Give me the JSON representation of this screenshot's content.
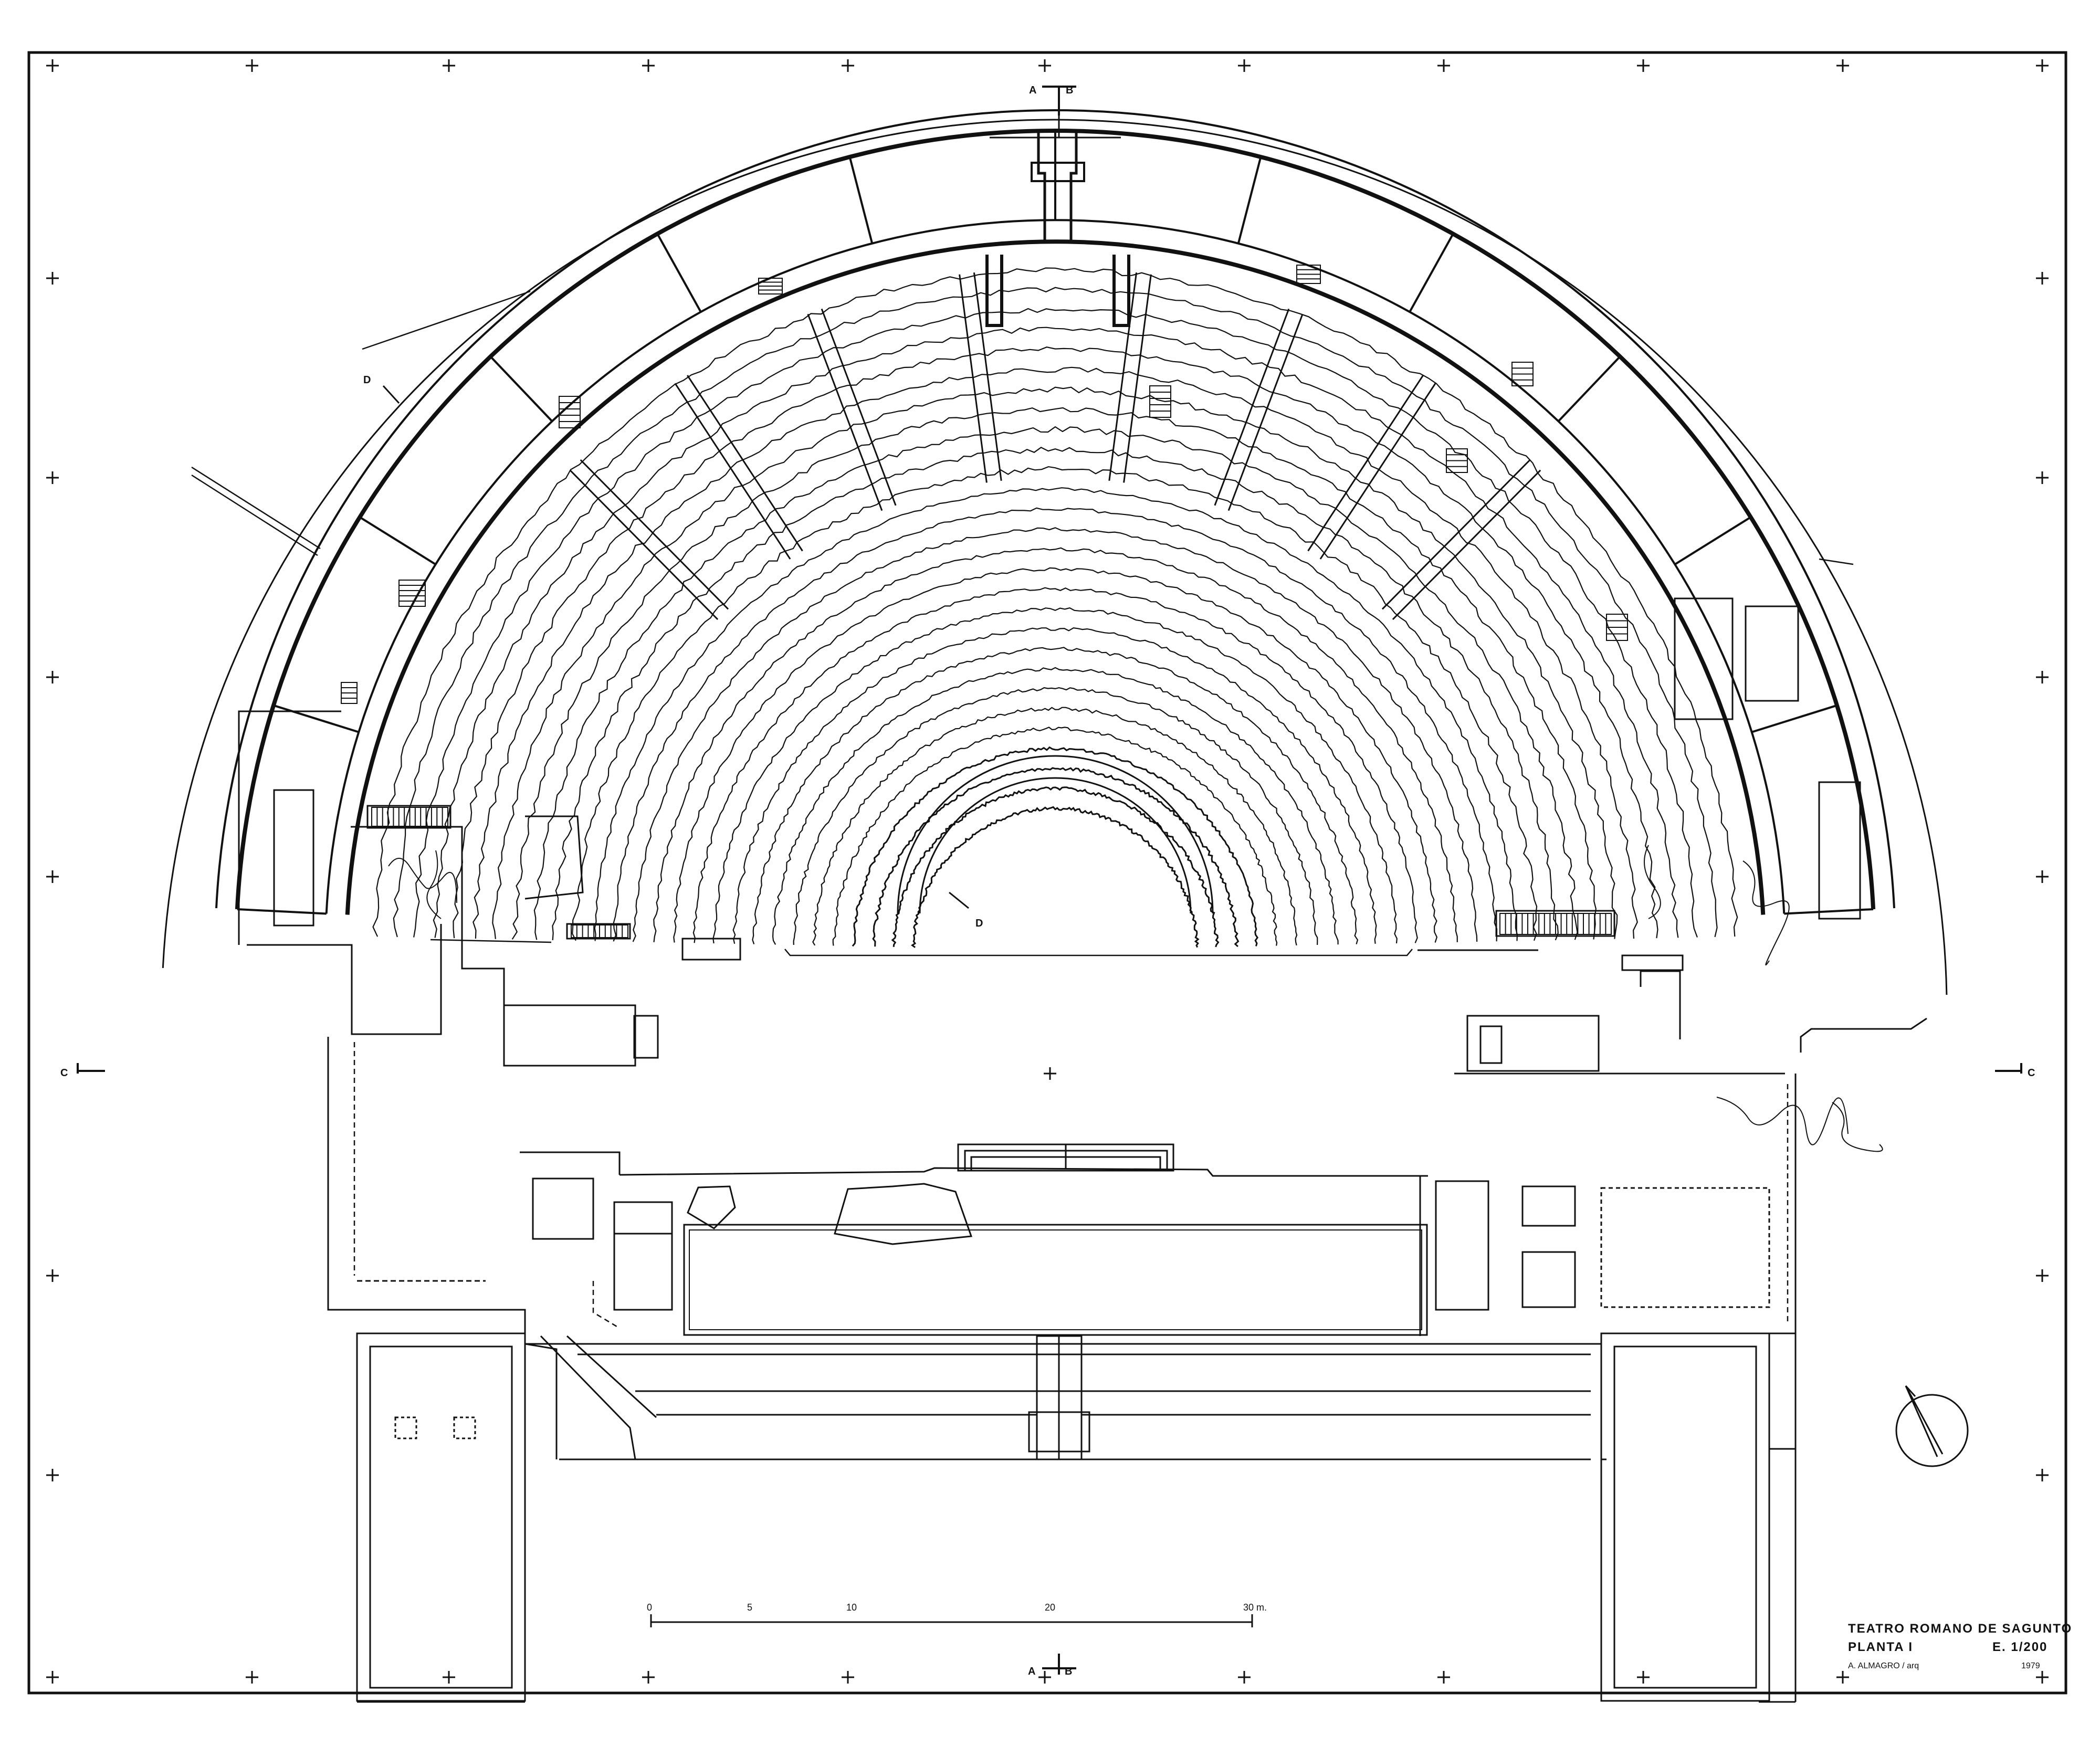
{
  "section_markers": {
    "top_a": "A",
    "top_b": "B",
    "bottom_a": "A",
    "bottom_b": "B",
    "left_c": "C",
    "right_c": "C",
    "d_upper": "D",
    "d_center": "D"
  },
  "scale_bar": {
    "ticks": [
      "0",
      "5",
      "10",
      "20",
      "30 m."
    ]
  },
  "title_block": {
    "title": "TEATRO ROMANO DE SAGUNTO",
    "plan": "PLANTA I",
    "scale": "E. 1/200",
    "author": "A. ALMAGRO / arq",
    "year": "1979"
  },
  "colors": {
    "ink": "#111111",
    "paper": "#ffffff"
  },
  "icons": {
    "north_arrow": "north-arrow-icon",
    "registration_mark": "crosshair-icon"
  }
}
